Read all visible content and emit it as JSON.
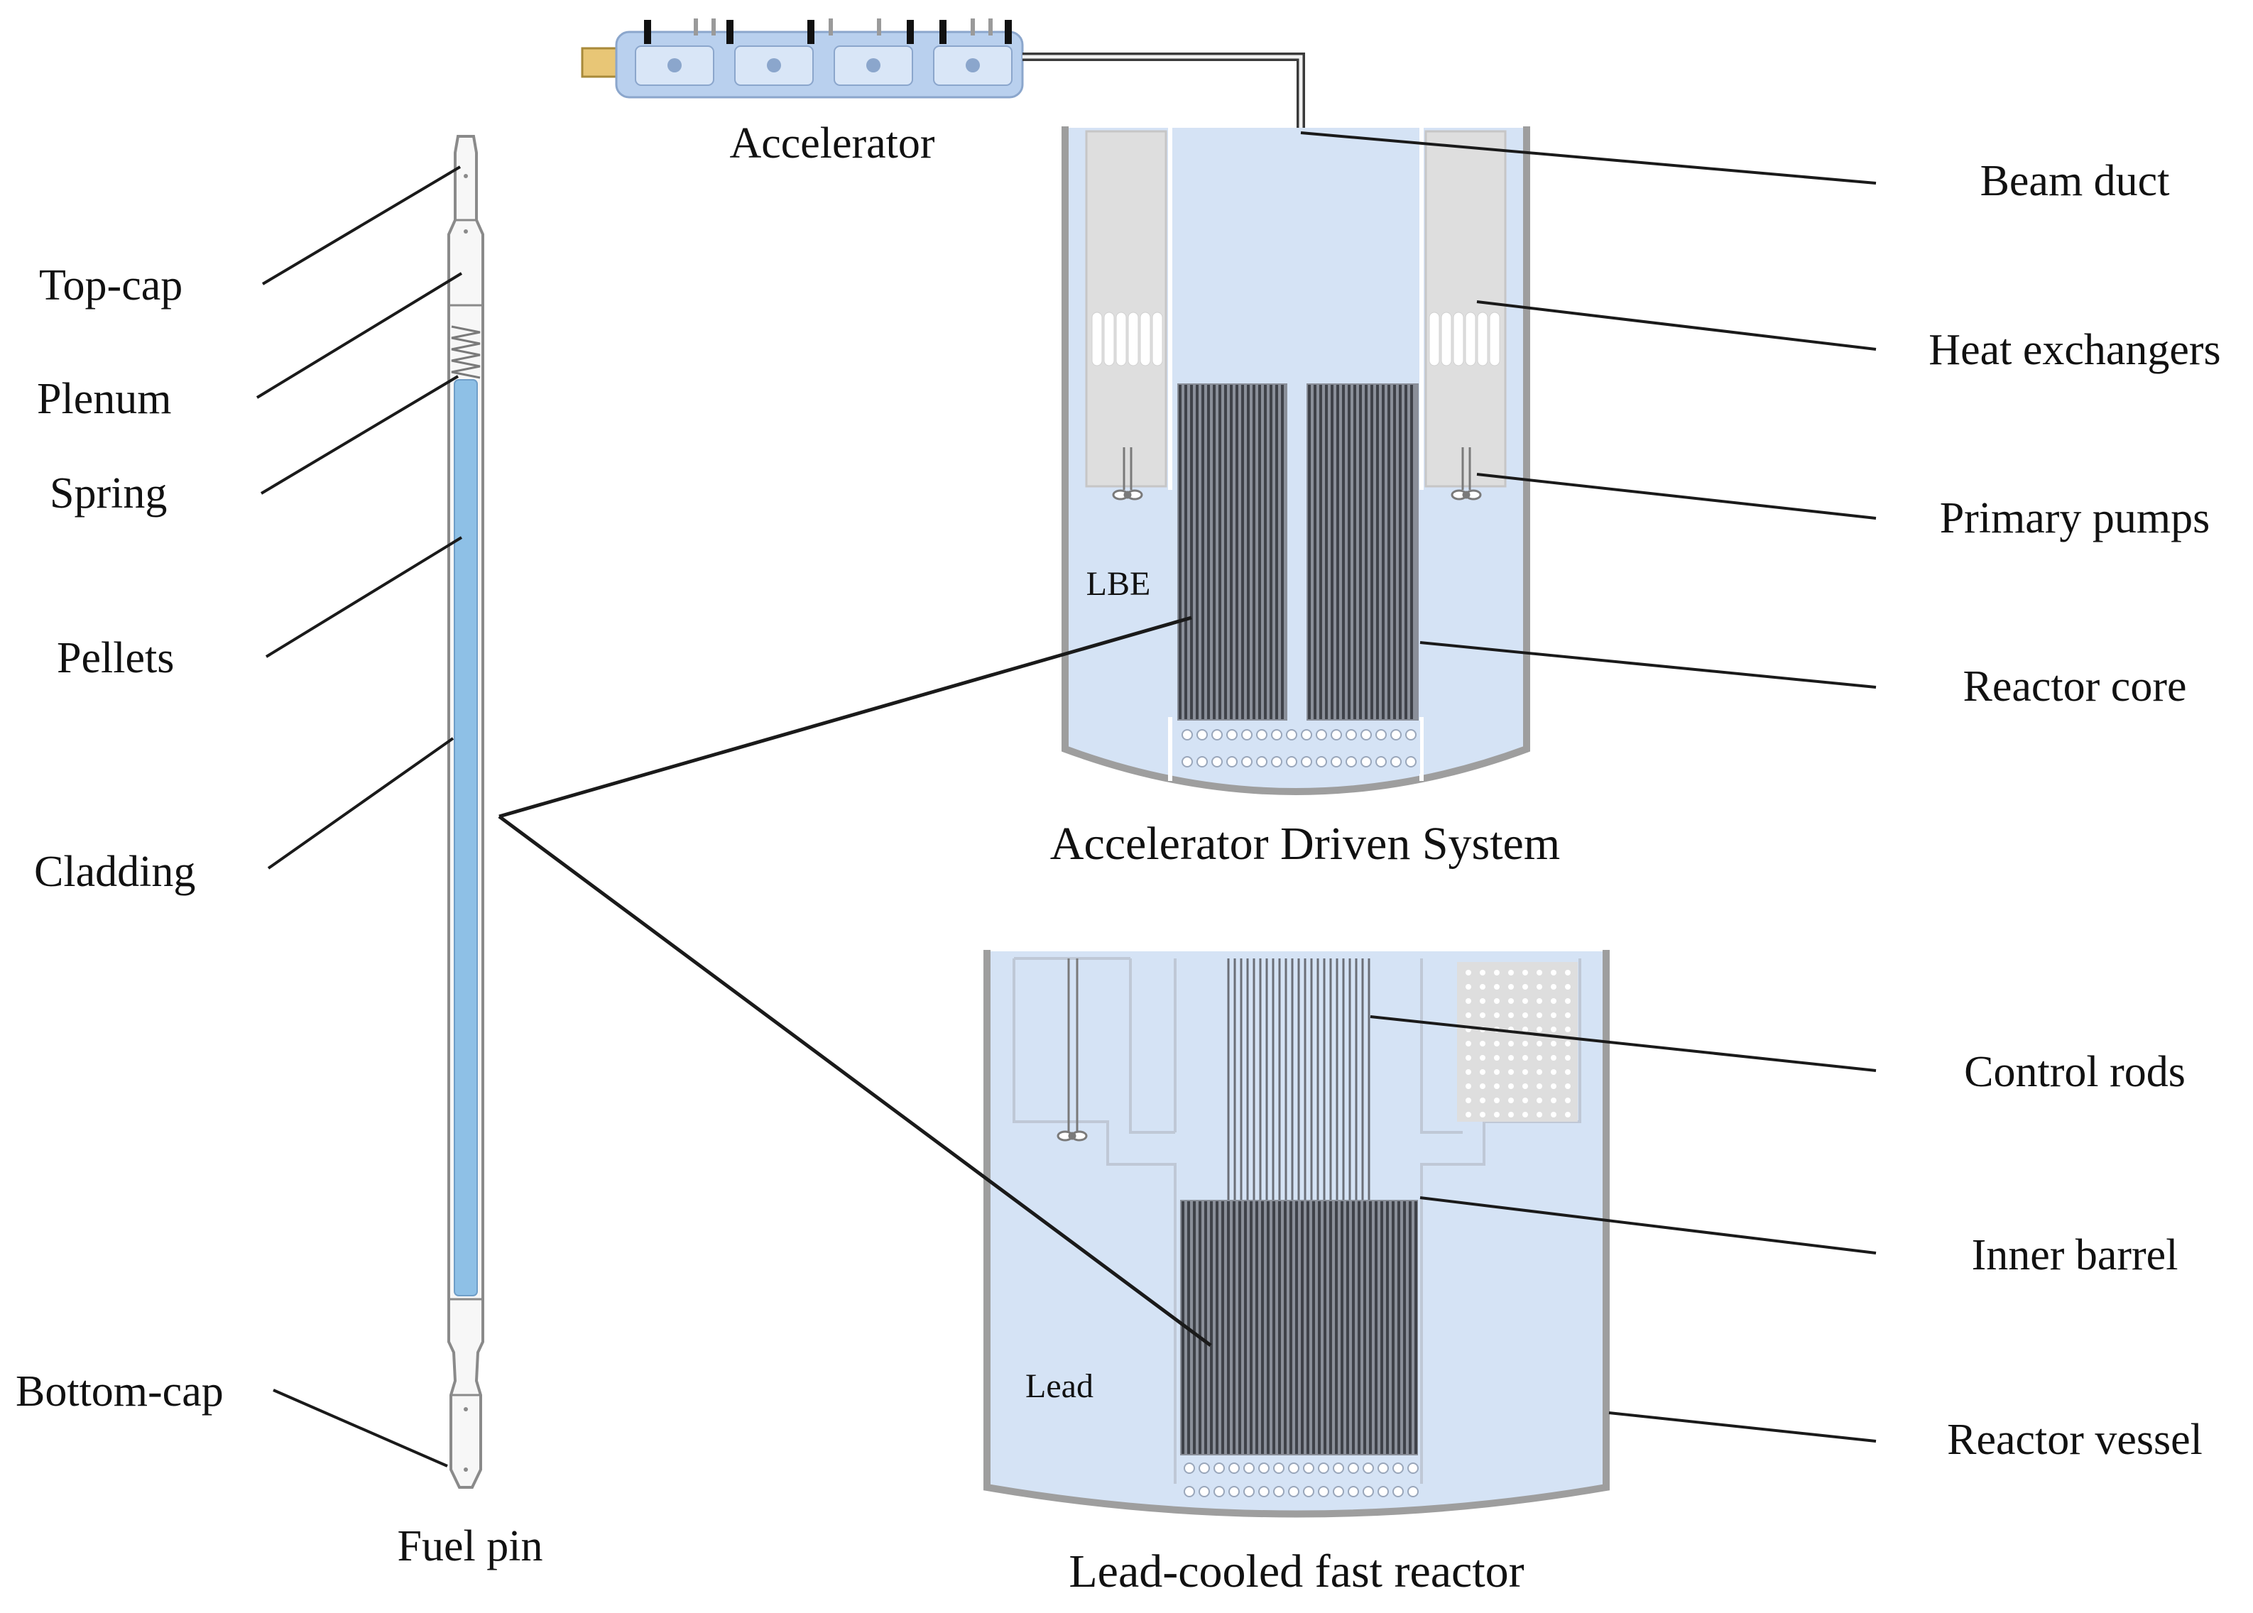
{
  "colors": {
    "coolant": "#d5e3f5",
    "vessel_wall": "#9e9e9e",
    "pellet_fill": "#8ec0e6",
    "fuel_bundle": "#4a4d55",
    "hx_box": "#dedede",
    "leader_line": "#1a1a1a",
    "accelerator": "#b9d0ee"
  },
  "pin_labels": {
    "top_cap": "Top-cap",
    "plenum": "Plenum",
    "spring": "Spring",
    "pellets": "Pellets",
    "cladding": "Cladding",
    "bottom_cap": "Bottom-cap",
    "caption": "Fuel pin"
  },
  "ads": {
    "accelerator_label": "Accelerator",
    "coolant_label": "LBE",
    "caption": "Accelerator Driven System"
  },
  "lfr": {
    "coolant_label": "Lead",
    "caption": "Lead-cooled fast reactor"
  },
  "right_labels": {
    "beam_duct": "Beam duct",
    "heat_exchangers": "Heat exchangers",
    "primary_pumps": "Primary pumps",
    "reactor_core": "Reactor core",
    "control_rods": "Control rods",
    "inner_barrel": "Inner barrel",
    "reactor_vessel": "Reactor vessel"
  },
  "icons": {
    "accelerator": "accelerator-module-icon",
    "pump": "pump-impeller-icon"
  }
}
